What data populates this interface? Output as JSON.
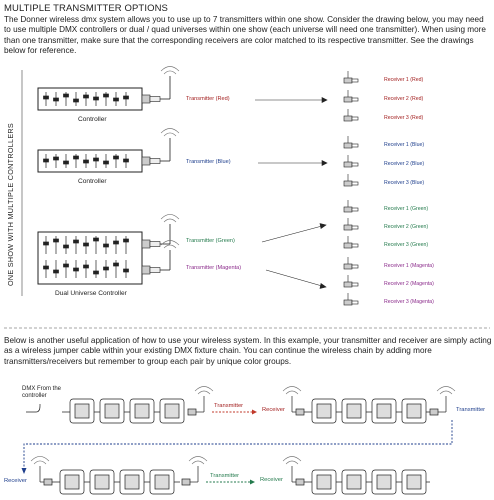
{
  "title": "MULTIPLE TRANSMITTER OPTIONS",
  "intro": "The Donner wireless dmx system allows you to use up to 7 transmitters within one show.  Consider the drawing below, you may need to use multiple DMX controllers or dual / quad universes within one show (each universe will need one transmitter).  When using more than one transmitter, make sure that the corresponding receivers are color matched to its respective transmitter.  See the drawings below for reference.",
  "vertical_label": "ONE SHOW WITH MULTIPLE CONTROLLERS",
  "controllers": [
    {
      "label": "Controller"
    },
    {
      "label": "Controller"
    },
    {
      "label": "Dual Universe Controller"
    }
  ],
  "transmitters": [
    {
      "label": "Transmitter (Red)",
      "color": "#a32020"
    },
    {
      "label": "Transmitter (Blue)",
      "color": "#1e3e8c"
    },
    {
      "label": "Transmitter (Green)",
      "color": "#237a4c"
    },
    {
      "label": "Transmitter (Magenta)",
      "color": "#8b2b8b"
    }
  ],
  "receivers": [
    {
      "label": "Receiver 1 (Red)",
      "color": "#a32020"
    },
    {
      "label": "Receiver 2 (Red)",
      "color": "#a32020"
    },
    {
      "label": "Receiver 3 (Red)",
      "color": "#a32020"
    },
    {
      "label": "Receiver 1 (Blue)",
      "color": "#1e3e8c"
    },
    {
      "label": "Receiver 2 (Blue)",
      "color": "#1e3e8c"
    },
    {
      "label": "Receiver 3 (Blue)",
      "color": "#1e3e8c"
    },
    {
      "label": "Receiver 1 (Green)",
      "color": "#237a4c"
    },
    {
      "label": "Receiver 2 (Green)",
      "color": "#237a4c"
    },
    {
      "label": "Receiver 3 (Green)",
      "color": "#237a4c"
    },
    {
      "label": "Receiver 1 (Magenta)",
      "color": "#8b2b8b"
    },
    {
      "label": "Receiver 2 (Magenta)",
      "color": "#8b2b8b"
    },
    {
      "label": "Receiver 3 (Magenta)",
      "color": "#8b2b8b"
    }
  ],
  "jumper_text": "Below is another useful application of how to use your wireless system. In this example, your transmitter and receiver are simply acting as a wireless jumper cable within your existing DMX fixture chain. You can continue the wireless chain by adding more transmitters/receivers but remember to group each pair by unique color groups.",
  "dmx_from": "DMX From the controller",
  "chain": {
    "row1_transmitter": "Transmitter",
    "row1_receiver": "Receiver",
    "row1_transmitter_end": "Transmitter",
    "row2_receiver_start": "Receiver",
    "row2_transmitter": "Transmitter",
    "row2_receiver": "Receiver",
    "red": "#c0392b",
    "blue": "#1e3e8c",
    "green": "#237a4c"
  }
}
